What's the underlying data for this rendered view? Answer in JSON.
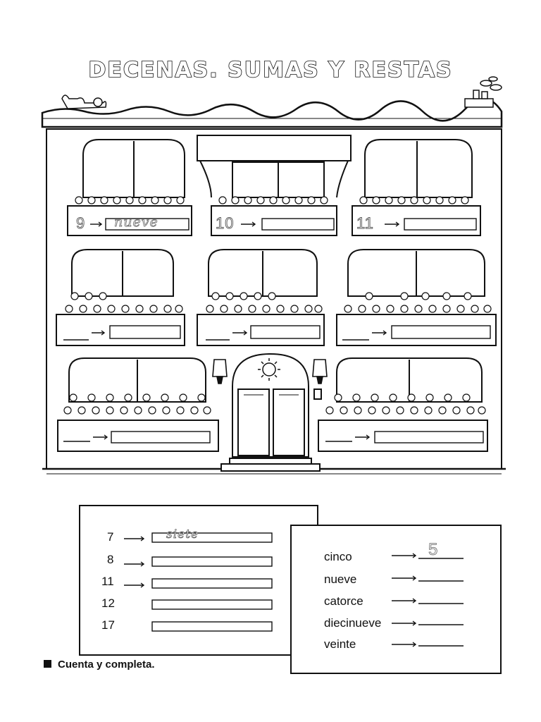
{
  "title": "DECENAS. SUMAS Y RESTAS",
  "building": {
    "windows": [
      {
        "number": "9",
        "word": "nueve"
      },
      {
        "number": "10",
        "word": ""
      },
      {
        "number": "11",
        "word": ""
      },
      {
        "number": "",
        "word": ""
      },
      {
        "number": "",
        "word": ""
      },
      {
        "number": "",
        "word": ""
      },
      {
        "number": "",
        "word": ""
      },
      {
        "number": "",
        "word": ""
      }
    ]
  },
  "left_exercise": {
    "rows": [
      {
        "number": "7",
        "answer": "siete"
      },
      {
        "number": "8",
        "answer": ""
      },
      {
        "number": "11",
        "answer": ""
      },
      {
        "number": "12",
        "answer": ""
      },
      {
        "number": "17",
        "answer": ""
      }
    ]
  },
  "right_exercise": {
    "rows": [
      {
        "word": "cinco",
        "answer": "5"
      },
      {
        "word": "nueve",
        "answer": ""
      },
      {
        "word": "catorce",
        "answer": ""
      },
      {
        "word": "diecinueve",
        "answer": ""
      },
      {
        "word": "veinte",
        "answer": ""
      }
    ]
  },
  "instruction": "Cuenta y completa.",
  "colors": {
    "ink": "#111111",
    "paper": "#ffffff",
    "trace": "#666666"
  },
  "icons": [
    "cat-icon",
    "ship-icon",
    "sun-icon",
    "lantern-icon",
    "flower-icon",
    "arrow-icon"
  ]
}
